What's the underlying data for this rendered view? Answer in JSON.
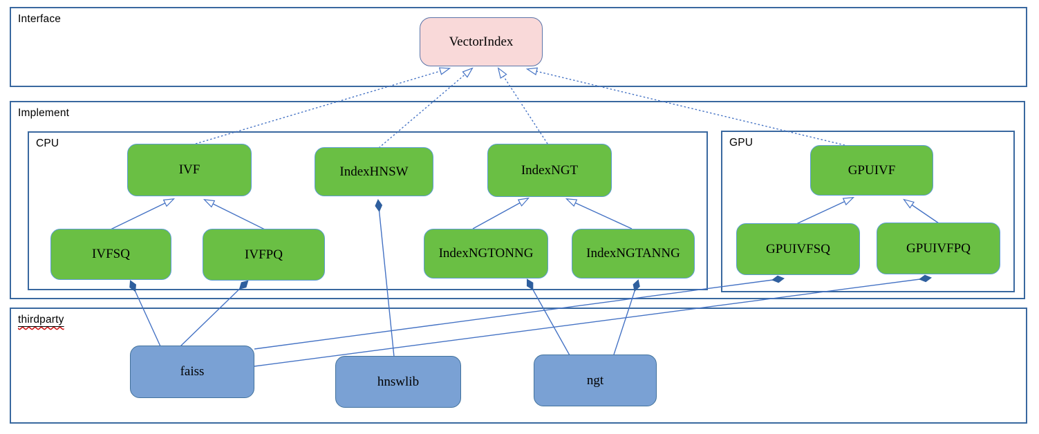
{
  "containers": {
    "interface": {
      "label": "Interface"
    },
    "implement": {
      "label": "Implement"
    },
    "cpu": {
      "label": "CPU"
    },
    "gpu": {
      "label": "GPU"
    },
    "thirdparty": {
      "label": "thirdparty"
    }
  },
  "nodes": {
    "vectorindex": {
      "label": "VectorIndex",
      "kind": "interface"
    },
    "ivf": {
      "label": "IVF",
      "kind": "cpu-implementation"
    },
    "indexhnsw": {
      "label": "IndexHNSW",
      "kind": "cpu-implementation"
    },
    "indexngt": {
      "label": "IndexNGT",
      "kind": "cpu-implementation"
    },
    "ivfsq": {
      "label": "IVFSQ",
      "kind": "cpu-implementation"
    },
    "ivfpq": {
      "label": "IVFPQ",
      "kind": "cpu-implementation"
    },
    "indexngtonng": {
      "label": "IndexNGTONNG",
      "kind": "cpu-implementation"
    },
    "indexngtanng": {
      "label": "IndexNGTANNG",
      "kind": "cpu-implementation"
    },
    "gpuivf": {
      "label": "GPUIVF",
      "kind": "gpu-implementation"
    },
    "gpuivfsq": {
      "label": "GPUIVFSQ",
      "kind": "gpu-implementation"
    },
    "gpuivfpq": {
      "label": "GPUIVFPQ",
      "kind": "gpu-implementation"
    },
    "faiss": {
      "label": "faiss",
      "kind": "thirdparty-library"
    },
    "hnswlib": {
      "label": "hnswlib",
      "kind": "thirdparty-library"
    },
    "ngt": {
      "label": "ngt",
      "kind": "thirdparty-library"
    }
  },
  "edges": {
    "realization_dashed_hollow_arrow": [
      {
        "from": "IVF",
        "to": "VectorIndex"
      },
      {
        "from": "IndexHNSW",
        "to": "VectorIndex"
      },
      {
        "from": "IndexNGT",
        "to": "VectorIndex"
      },
      {
        "from": "GPUIVF",
        "to": "VectorIndex"
      }
    ],
    "inheritance_solid_hollow_arrow": [
      {
        "from": "IVFSQ",
        "to": "IVF"
      },
      {
        "from": "IVFPQ",
        "to": "IVF"
      },
      {
        "from": "IndexNGTONNG",
        "to": "IndexNGT"
      },
      {
        "from": "IndexNGTANNG",
        "to": "IndexNGT"
      },
      {
        "from": "GPUIVFSQ",
        "to": "GPUIVF"
      },
      {
        "from": "GPUIVFPQ",
        "to": "GPUIVF"
      }
    ],
    "composition_solid_filled_diamond": [
      {
        "from": "faiss",
        "to": "IVFSQ"
      },
      {
        "from": "faiss",
        "to": "IVFPQ"
      },
      {
        "from": "faiss",
        "to": "GPUIVFSQ"
      },
      {
        "from": "faiss",
        "to": "GPUIVFPQ"
      },
      {
        "from": "hnswlib",
        "to": "IndexHNSW"
      },
      {
        "from": "ngt",
        "to": "IndexNGTONNG"
      },
      {
        "from": "ngt",
        "to": "IndexNGTANNG"
      }
    ]
  },
  "colors": {
    "interface_node_fill": "#f9d9d9",
    "implementation_node_fill": "#6abf44",
    "thirdparty_node_fill": "#7aa1d4",
    "container_border": "#39689f",
    "connector": "#4472c4",
    "composition_diamond": "#2f5f9e",
    "spellcheck_underline": "#cc1111"
  }
}
